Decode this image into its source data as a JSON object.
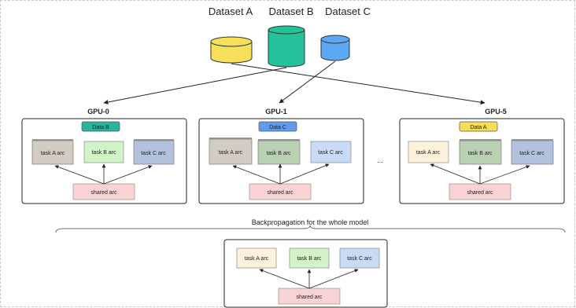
{
  "datasets": [
    {
      "label": "Dataset A",
      "color": "#f6e05a"
    },
    {
      "label": "Dataset B",
      "color": "#24c29a"
    },
    {
      "label": "Dataset C",
      "color": "#5ba8f5"
    }
  ],
  "gpus": [
    {
      "title": "GPU-0",
      "data_label": "Data B",
      "data_color": "#28b39b"
    },
    {
      "title": "GPU-1",
      "data_label": "Data C",
      "data_color": "#5f9bea"
    },
    {
      "title": "GPU-5",
      "data_label": "Data A",
      "data_color": "#f5de55"
    }
  ],
  "ellipsis": "...",
  "backprop_label": "Backpropagation for the whole model",
  "tasks": {
    "a": "task A arc",
    "b": "task B arc",
    "c": "task C arc"
  },
  "shared_label": "shared arc",
  "colors": {
    "task_a_active": "#fdf1da",
    "task_b_active": "#d1f3c8",
    "task_c_active": "#c8daf5",
    "task_a_grey": "#d2ccc3",
    "task_b_grey": "#b8d1b2",
    "task_c_grey": "#b3c2dc",
    "shared": "#f7d3d3"
  }
}
